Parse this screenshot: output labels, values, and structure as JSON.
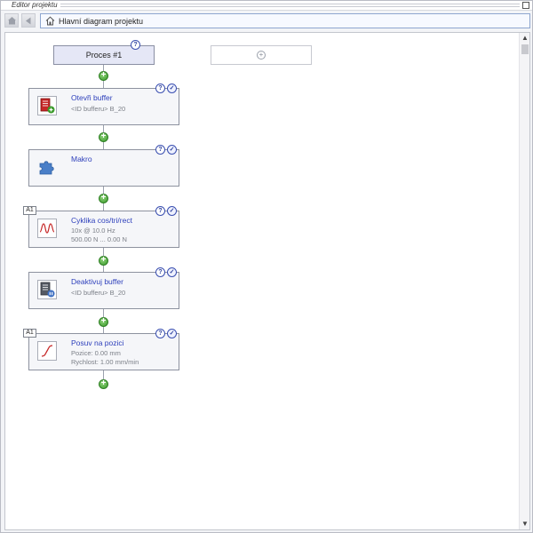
{
  "window": {
    "title": "Editor projektu"
  },
  "toolbar": {
    "breadcrumb": "Hlavní diagram projektu"
  },
  "canvas": {
    "process": {
      "label": "Proces #1",
      "help": "?"
    },
    "empty_slot": {
      "add": "+"
    }
  },
  "badges": {
    "help": "?",
    "check": "✓",
    "add": "+"
  },
  "steps": [
    {
      "title": "Otevři buffer",
      "lines": [
        "<ID bufferu>  B_20"
      ],
      "axis": ""
    },
    {
      "title": "Makro",
      "lines": [],
      "axis": ""
    },
    {
      "title": "Cyklika cos/tri/rect",
      "lines": [
        "10x @ 10.0 Hz",
        "500.00 N ... 0.00 N"
      ],
      "axis": "A1"
    },
    {
      "title": "Deaktivuj buffer",
      "lines": [
        "<ID bufferu>  B_20"
      ],
      "axis": ""
    },
    {
      "title": "Posuv na pozici",
      "lines": [
        "Pozice: 0.00 mm",
        "Rychlost: 1.00 mm/min"
      ],
      "axis": "A1"
    }
  ],
  "scrollbar": {
    "up": "▲",
    "down": "▼"
  },
  "colors": {
    "accent": "#2d3fbb",
    "plus_green": "#3a9a2a",
    "process_fill": "#e5e7f6"
  }
}
